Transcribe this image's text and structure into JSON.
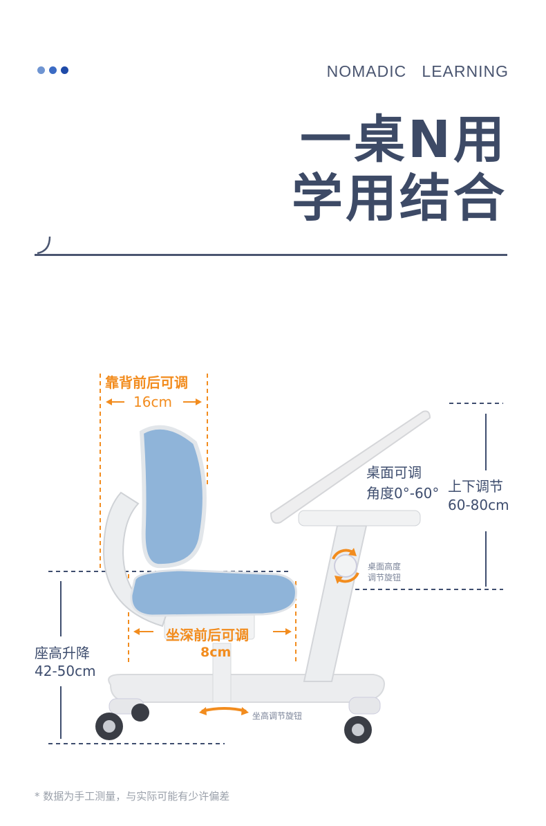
{
  "header": {
    "dots": [
      {
        "name": "dot-1",
        "color": "#6f95d2"
      },
      {
        "name": "dot-2",
        "color": "#3b6bc4"
      },
      {
        "name": "dot-3",
        "color": "#1e4aa8"
      }
    ],
    "brand": "NOMADIC   LEARNING",
    "title_line1": "一桌N用",
    "title_line2": "学用结合"
  },
  "annotations": {
    "backrest_label": "靠背前后可调",
    "backrest_value": "16cm",
    "desk_tilt_line1": "桌面可调",
    "desk_tilt_line2": "角度0°-60°",
    "desk_height_line1": "上下调节",
    "desk_height_line2": "60-80cm",
    "desk_knob_line1": "桌面高度",
    "desk_knob_line2": "调节旋钮",
    "seat_depth_label": "坐深前后可调",
    "seat_depth_value": "8cm",
    "seat_height_line1": "座高升降",
    "seat_height_line2": "42-50cm",
    "seat_knob": "坐高调节旋钮"
  },
  "footnote": "* 数据为手工测量，与实际可能有少许偏差",
  "colors": {
    "accent": "#f28c1e",
    "navy": "#3e4d6e",
    "fabric_blue": "#8fb4d9",
    "frame_gray": "#e9eaec"
  }
}
